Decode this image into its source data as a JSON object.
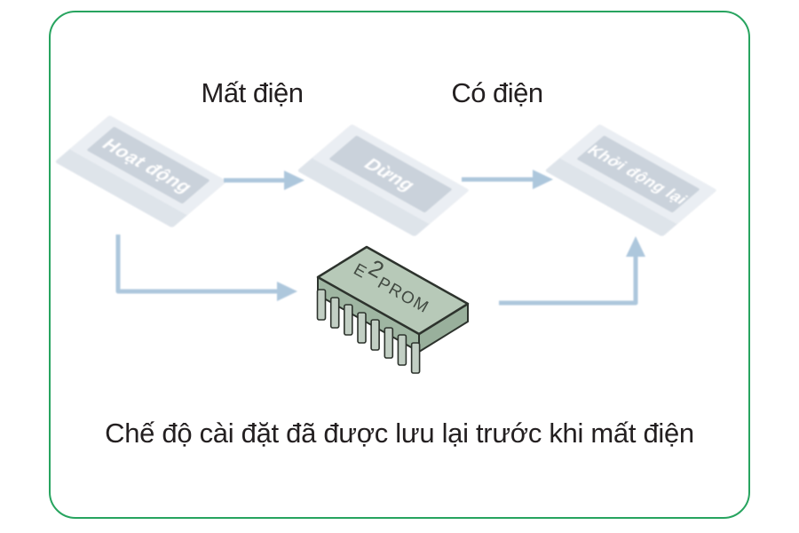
{
  "frame": {
    "border_color": "#27a45f"
  },
  "header_labels": {
    "power_loss": "Mất điện",
    "power_on": "Có điện"
  },
  "state_boxes": [
    {
      "id": "active",
      "label": "Hoạt động"
    },
    {
      "id": "stopped",
      "label": "Dừng"
    },
    {
      "id": "restart",
      "label": "Khởi động lại"
    }
  ],
  "chip": {
    "name": "E²PROM",
    "label_e": "E",
    "label_sup": "2",
    "label_rest": "PROM"
  },
  "caption": "Chế độ cài đặt đã được lưu lại trước khi mất điện",
  "colors": {
    "frame_green": "#27a45f",
    "box_rim": "#e9edf2",
    "box_wall": "#dce2e9",
    "box_inner": "#c6cfd9",
    "box_text": "#ffffff",
    "arrow_blue": "#a7c3da",
    "chip_top": "#b7c9b8",
    "chip_side_left": "#9fb6a2",
    "chip_side_right": "#99b09c",
    "chip_pin": "#c2cfc4",
    "chip_outline": "#2d332d",
    "text_dark": "#231f20"
  }
}
